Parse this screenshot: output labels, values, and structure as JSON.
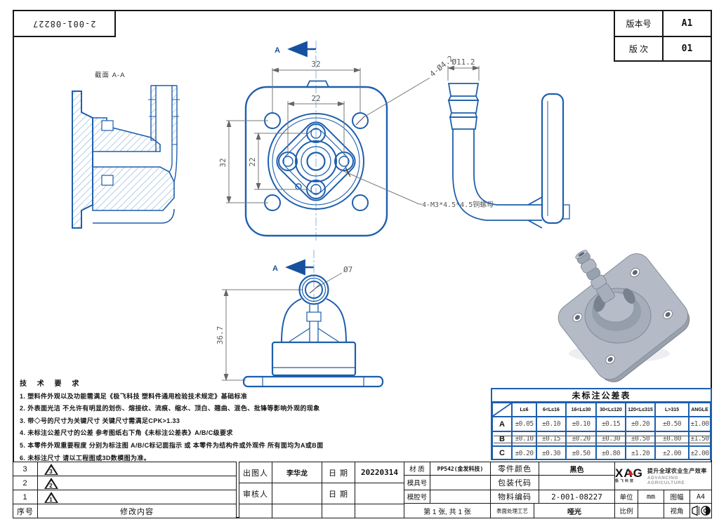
{
  "header": {
    "part_number": "2-001-08227",
    "version_label": "版本号",
    "version_value": "A1",
    "revision_label": "版 次",
    "revision_value": "01"
  },
  "drawing": {
    "section_label": "截面 A-A",
    "section_arrow": "A",
    "dim_h32": "32",
    "dim_h22": "22",
    "dim_v32": "32",
    "dim_v22": "22",
    "dim_holes": "4-Ø4.2",
    "dim_inserts": "4-M3*4.5*4.5铜螺母",
    "dim_barb": "Ø11.2",
    "dim_port": "Ø7",
    "dim_height": "36.7",
    "line_color": "#1d5fad",
    "dim_color": "#5a5a5a"
  },
  "notes": {
    "title": "技 术 要 求",
    "lines": [
      "1. 塑料件外观以及功能需满足《极飞科技 塑料件通用检验技术规定》基础标准",
      "2. 外表面光洁 不允许有明显的划伤、熔接纹、流痕、缩水、顶白、翘曲、混色、批锋等影响外观的现象",
      "3. 带◇号的尺寸为关键尺寸 关键尺寸需满足CPK>1.33",
      "4. 未标注公差尺寸的公差 参考图纸右下角《未标注公差表》A/B/C级要求",
      "5. 本零件外观重要程度 分别为标注图 A/B/C标记面指示 或 本零件为结构件或外观件 所有面均为A或B面",
      "6. 未标注尺寸 请以工程图或3D数模图为准。"
    ]
  },
  "tolerance_table": {
    "title": "未标注公差表",
    "headers": [
      "L≤6",
      "6<L≤16",
      "16<L≤30",
      "30<L≤120",
      "120<L≤315",
      "L>315",
      "ANGLE"
    ],
    "rows": [
      {
        "label": "A",
        "struck": false,
        "values": [
          "±0.05",
          "±0.10",
          "±0.10",
          "±0.15",
          "±0.20",
          "±0.50",
          "±1.00"
        ]
      },
      {
        "label": "B",
        "struck": true,
        "values": [
          "±0.10",
          "±0.15",
          "±0.20",
          "±0.30",
          "±0.50",
          "±0.80",
          "±1.50"
        ]
      },
      {
        "label": "C",
        "struck": false,
        "values": [
          "±0.20",
          "±0.30",
          "±0.50",
          "±0.80",
          "±1.20",
          "±2.00",
          "±2.00"
        ]
      }
    ]
  },
  "revision_block": {
    "rows": [
      {
        "no": "3",
        "mark": "3"
      },
      {
        "no": "2",
        "mark": "2"
      },
      {
        "no": "1",
        "mark": "1"
      }
    ],
    "no_label": "序号",
    "content_label": "修改内容"
  },
  "title_block": {
    "drafter_label": "出图人",
    "drafter": "李华龙",
    "date_label": "日 期",
    "date": "20220314",
    "checker_label": "审核人",
    "material_label": "材 质",
    "material": "PP542(金发科技)",
    "mold_label": "模具号",
    "cavity_label": "模腔号",
    "sheet_info": "第 1 张, 共 1 张",
    "color_label": "零件颜色",
    "color": "黑色",
    "packing_label": "包装代码",
    "code_label": "物料编码",
    "code": "2-001-08227",
    "surface_label": "表面处理工艺",
    "surface": "哑光",
    "unit_label": "单位",
    "unit": "mm",
    "format_label": "图幅",
    "format": "A4",
    "scale_label": "比例",
    "angle_label": "视角"
  },
  "logo": {
    "name": "XAG",
    "sub_cn": "极飞科技",
    "slogan_cn": "提升全球农业生产效率",
    "slogan_en": "ADVANCING AGRICULTURE"
  }
}
